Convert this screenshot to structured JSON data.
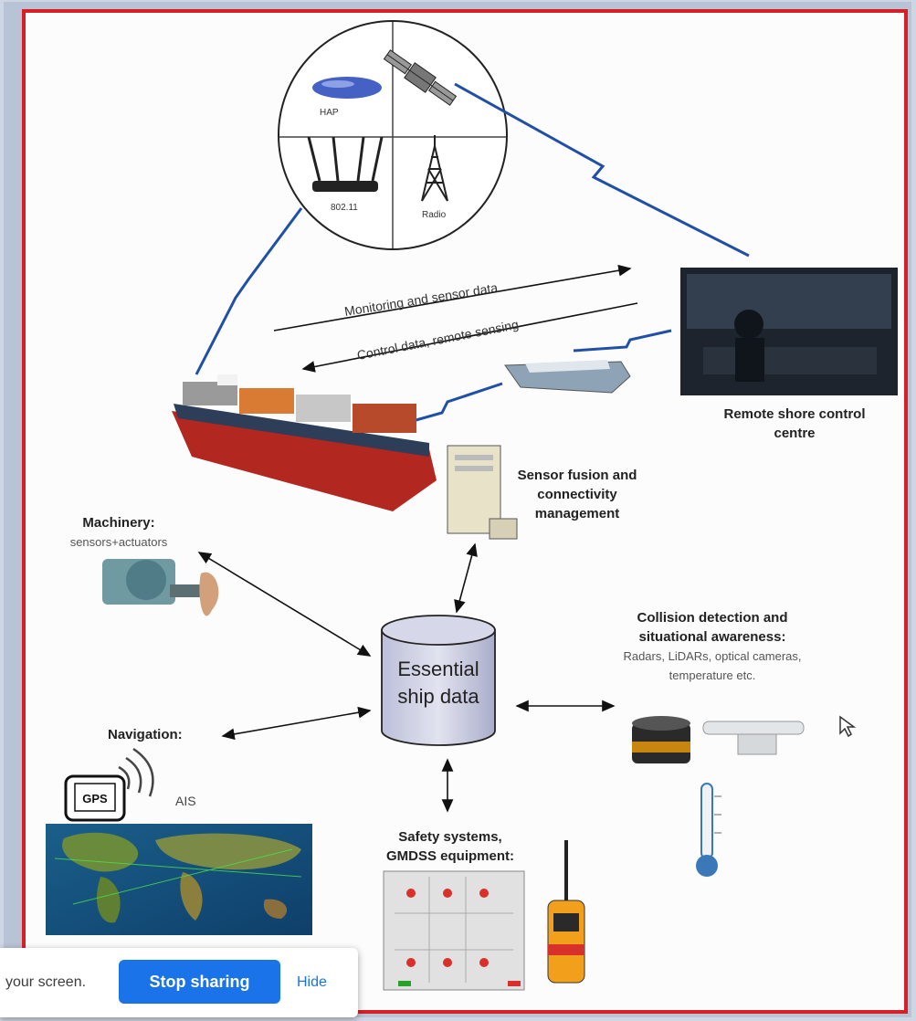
{
  "diagram": {
    "satellite_circle": {
      "hap_label": "HAP",
      "wifi_label": "802.11",
      "radio_label": "Radio"
    },
    "arrows": {
      "monitoring": "Monitoring and sensor data",
      "control": "Control data, remote sensing"
    },
    "nodes": {
      "remote_shore": "Remote shore control centre",
      "sensor_fusion": "Sensor fusion and connectivity management",
      "machinery_title": "Machinery:",
      "machinery_sub": "sensors+actuators",
      "essential_line1": "Essential",
      "essential_line2": "ship data",
      "collision_title": "Collision detection and situational awareness:",
      "collision_sub": "Radars, LiDARs, optical cameras, temperature etc.",
      "navigation": "Navigation:",
      "gps": "GPS",
      "ais": "AIS",
      "safety": "Safety systems, GMDSS equipment:"
    }
  },
  "share_bar": {
    "message": "your screen.",
    "stop_label": "Stop sharing",
    "hide_label": "Hide"
  },
  "colors": {
    "frame_border": "#d81f26",
    "lightning": "#1f4fa6",
    "stop_button": "#1a73e8"
  }
}
